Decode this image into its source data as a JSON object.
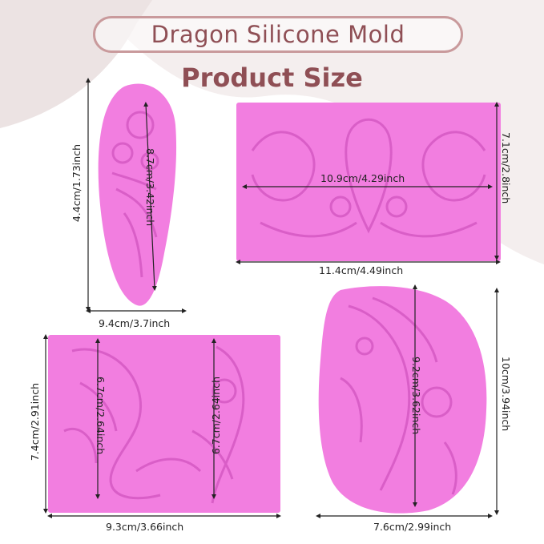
{
  "header": {
    "title": "Dragon Silicone Mold",
    "subtitle": "Product Size"
  },
  "colors": {
    "accent": "#8f4f55",
    "pill_border": "#c99a9c",
    "mold_pink": "#f27ee0",
    "mold_shadow": "#d95ec7"
  },
  "molds": [
    {
      "name": "leaf-dragon-mold",
      "length_label": "8.7cm/3.42inch",
      "height_label": "4.4cm/1.73inch",
      "width_label": "9.4cm/3.7inch"
    },
    {
      "name": "rectangle-dragon-head-mold",
      "inner_label": "10.9cm/4.29inch",
      "height_label": "7.1cm/2.8inch",
      "width_label": "11.4cm/4.49inch"
    },
    {
      "name": "two-dragon-mold",
      "left_label": "6.7cm/2.64inch",
      "right_label": "6.7cm/2.64inch",
      "height_label": "7.4cm/2.91inch",
      "width_label": "9.3cm/3.66inch"
    },
    {
      "name": "round-dragon-mold",
      "inner_label": "9.2cm/3.62inch",
      "height_label": "10cm/3.94inch",
      "width_label": "7.6cm/2.99inch"
    }
  ]
}
